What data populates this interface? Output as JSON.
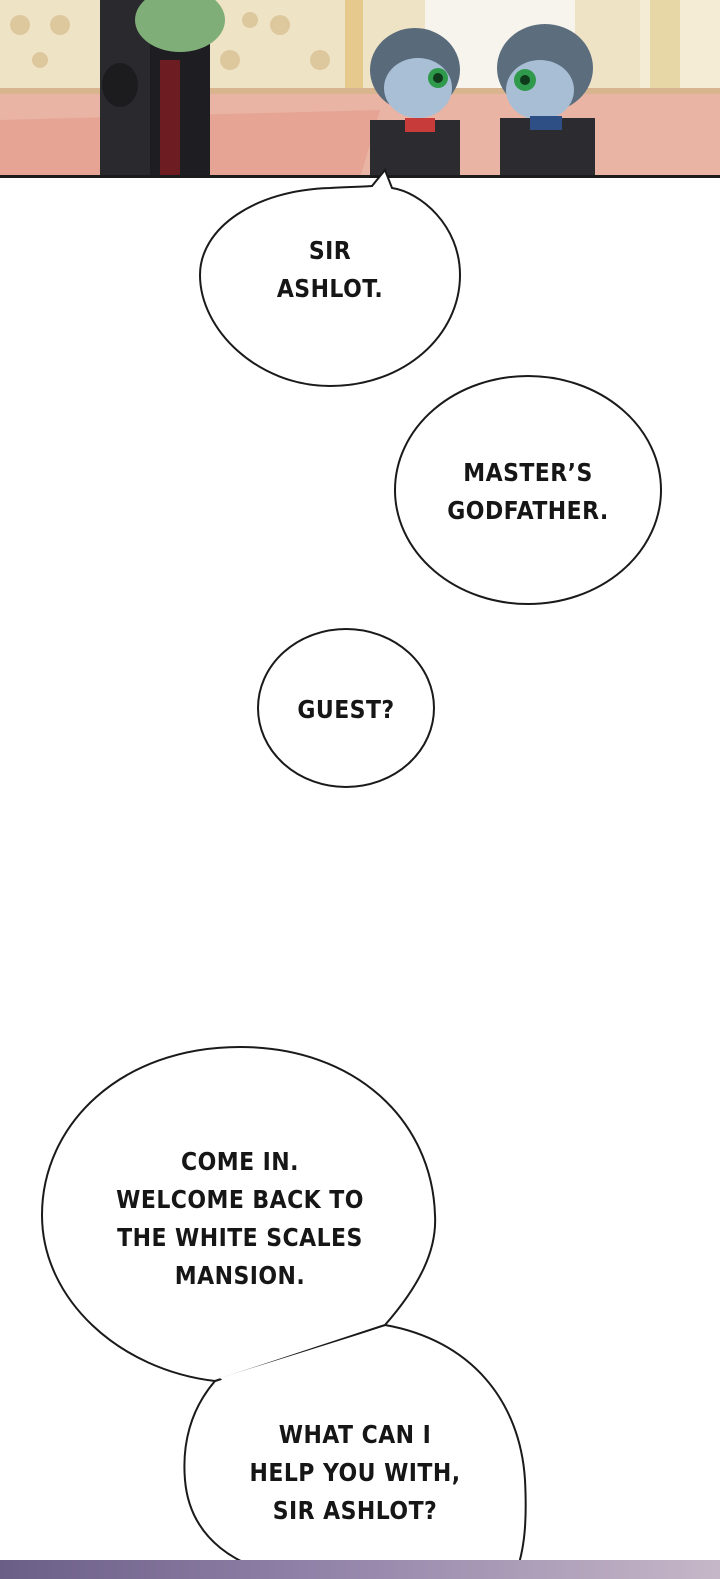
{
  "panel_top": {
    "description_icon": "manga-panel-icon"
  },
  "bubbles": [
    {
      "id": "b1",
      "lines": "SIR\nASHLOT."
    },
    {
      "id": "b2",
      "lines": "MASTER’S\nGODFATHER."
    },
    {
      "id": "b3",
      "lines": "GUEST?"
    },
    {
      "id": "b4",
      "lines": "COME IN.\nWELCOME BACK TO\nTHE WHITE SCALES\nMANSION."
    },
    {
      "id": "b5",
      "lines": "WHAT CAN I\nHELP YOU WITH,\nSIR ASHLOT?"
    }
  ]
}
